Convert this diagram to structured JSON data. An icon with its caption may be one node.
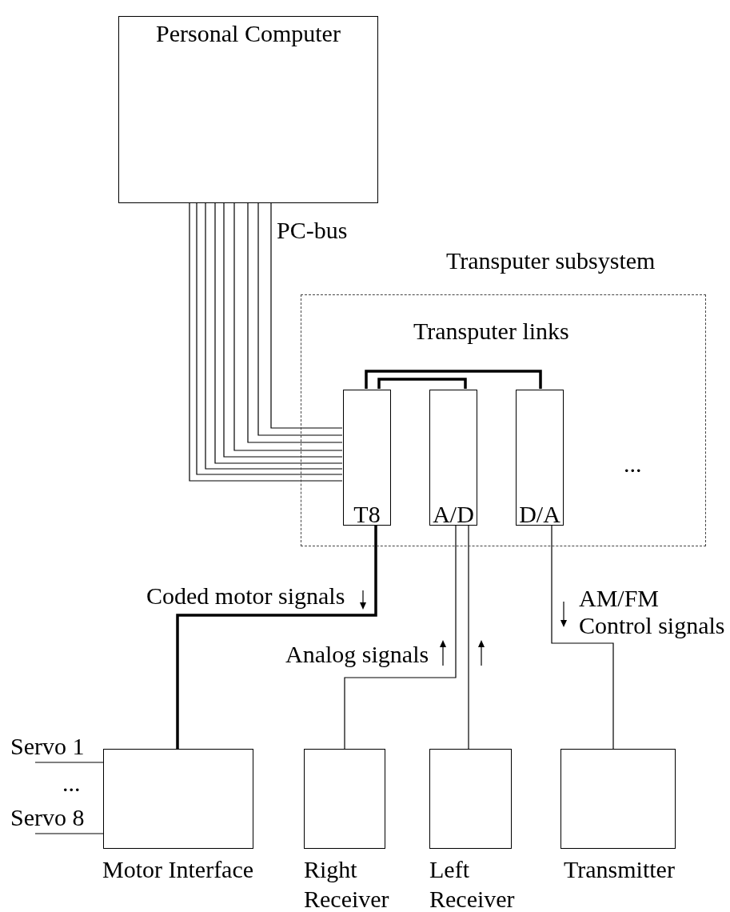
{
  "diagram": {
    "nodes": [
      {
        "text": [
          "Personal Computer"
        ]
      },
      {
        "text": [
          "Transputer subsystem"
        ]
      },
      {
        "text": [
          "T8"
        ],
        "in": 1
      },
      {
        "text": [
          "A/D"
        ],
        "in": 1
      },
      {
        "text": [
          "D/A"
        ],
        "in": 1
      },
      {
        "text": [
          "Motor Interface"
        ]
      },
      {
        "text": [
          "Right Receiver"
        ]
      },
      {
        "text": [
          "Left Receiver"
        ]
      },
      {
        "text": [
          "Transmitter"
        ]
      }
    ],
    "edges": [
      {
        "from": 0,
        "to": 2,
        "arrow": "none",
        "label": "PC-bus"
      },
      {
        "from": 0,
        "to": 2,
        "arrow": "none"
      },
      {
        "from": 0,
        "to": 2,
        "arrow": "none"
      },
      {
        "from": 0,
        "to": 2,
        "arrow": "none"
      },
      {
        "from": 0,
        "to": 2,
        "arrow": "none"
      },
      {
        "from": 0,
        "to": 2,
        "arrow": "none"
      },
      {
        "from": 0,
        "to": 2,
        "arrow": "none"
      },
      {
        "from": 0,
        "to": 2,
        "arrow": "none"
      },
      {
        "from": 0,
        "to": 2,
        "arrow": "none"
      },
      {
        "from": 2,
        "to": 4,
        "arrow": "none",
        "label": "Transputer links",
        "style": "thick"
      },
      {
        "from": 2,
        "to": 3,
        "arrow": "none",
        "style": "thick"
      },
      {
        "from": 2,
        "to": 5,
        "arrow": "none",
        "label": "Coded motor signals",
        "style": "thick"
      },
      {
        "from": 3,
        "to": 6,
        "arrow": "none",
        "label": "Analog signals"
      },
      {
        "from": 3,
        "to": 7,
        "arrow": "none"
      },
      {
        "from": 4,
        "to": 8,
        "arrow": "none",
        "label": "AM/FM Control signals"
      },
      {
        "from": null,
        "to": 5,
        "arrow": "none"
      },
      {
        "from": null,
        "to": 5,
        "arrow": "none"
      }
    ],
    "labels": [
      "...",
      "Servo 1",
      "...",
      "Servo 8"
    ]
  }
}
